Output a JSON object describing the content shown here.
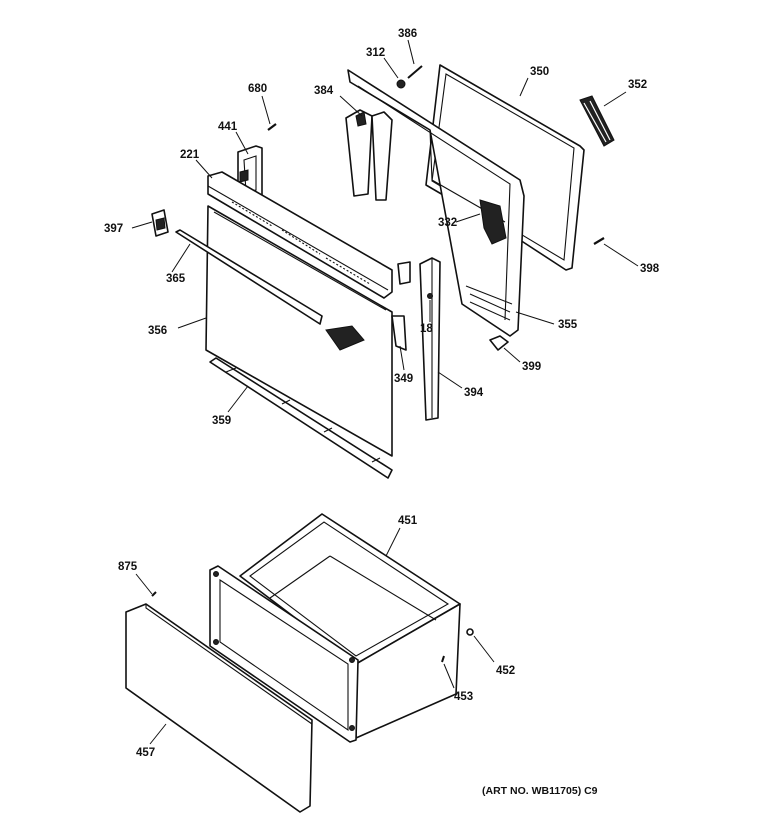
{
  "labels": {
    "l386": "386",
    "l312": "312",
    "l350": "350",
    "l352": "352",
    "l680": "680",
    "l384": "384",
    "l441": "441",
    "l221": "221",
    "l397": "397",
    "l365": "365",
    "l356": "356",
    "l349": "349",
    "l359": "359",
    "l332": "332",
    "l398": "398",
    "l18": "18",
    "l355": "355",
    "l399": "399",
    "l394": "394",
    "l451": "451",
    "l875": "875",
    "l452": "452",
    "l453": "453",
    "l457": "457"
  },
  "art_number": "(ART NO. WB11705) C9"
}
